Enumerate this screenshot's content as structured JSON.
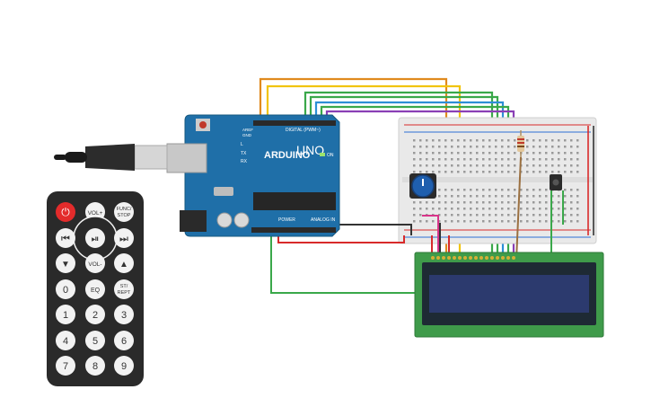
{
  "arduino": {
    "logo_text": "ARDUINO",
    "model": "UNO",
    "digital_label": "DIGITAL (PWM~)",
    "power_label": "POWER",
    "analog_label": "ANALOG IN",
    "led_on": "ON",
    "led_l": "L",
    "led_tx": "TX",
    "led_rx": "RX",
    "aref": "AREF",
    "gnd": "GND"
  },
  "remote": {
    "power_symbol": "⏻",
    "vol_up": "VOL+",
    "func_stop_1": "FUNC/",
    "func_stop_2": "STOP",
    "rewind": "⏮",
    "play_pause": "⏯",
    "forward": "⏭",
    "down": "▼",
    "vol_down": "VOL-",
    "up": "▲",
    "zero": "0",
    "eq": "EQ",
    "st_rept_1": "ST/",
    "st_rept_2": "REPT",
    "one": "1",
    "two": "2",
    "three": "3",
    "four": "4",
    "five": "5",
    "six": "6",
    "seven": "7",
    "eight": "8",
    "nine": "9"
  },
  "colors": {
    "arduino_board": "#1f6fa8",
    "lcd_board": "#3f9b4a",
    "lcd_screen": "#2c3a6e",
    "remote_body": "#2a2a2a",
    "remote_power": "#e32b2b",
    "breadboard": "#e9e9e9",
    "wire_orange": "#e08a1e",
    "wire_yellow": "#f1c40f",
    "wire_green": "#3aa84a",
    "wire_blue": "#2d8fd5",
    "wire_purple": "#8a3fb5",
    "wire_red": "#d82a2a",
    "wire_black": "#333333",
    "wire_pink": "#d8358a"
  }
}
